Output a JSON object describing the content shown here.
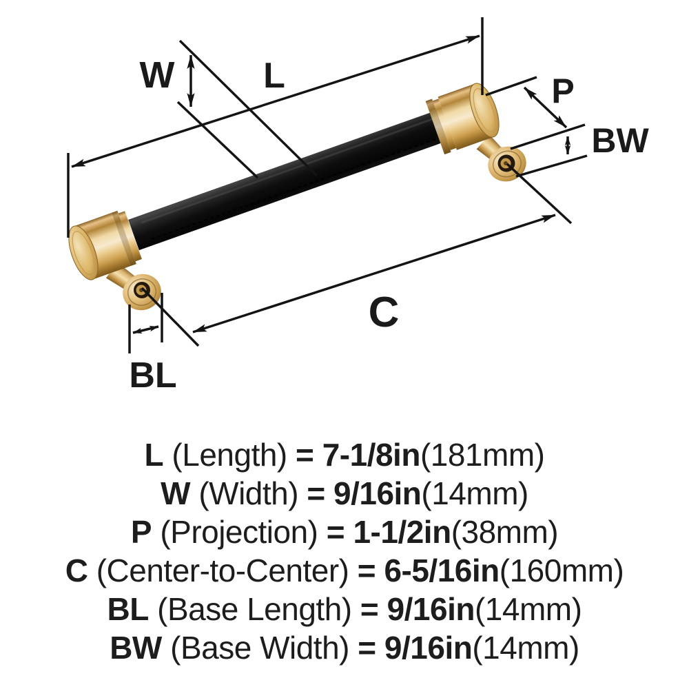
{
  "figure": {
    "description": "Dimension diagram of a black leather-wrapped bar cabinet pull with champagne brass end caps and mounting posts",
    "background": "#ffffff",
    "line_color": "#161616",
    "brass_light": "#f8ead0",
    "brass_mid": "#cf9f4e",
    "brass_dark": "#7a5a22",
    "leather_color": "#161616",
    "labels": {
      "length": "L",
      "width": "W",
      "projection": "P",
      "center_to_center": "C",
      "base_length": "BL",
      "base_width": "BW"
    }
  },
  "legend": {
    "eq": "=",
    "rows": [
      {
        "code": "L",
        "name": "(Length)",
        "value": "7-1/8in",
        "metric": "(181mm)"
      },
      {
        "code": "W",
        "name": "(Width)",
        "value": "9/16in",
        "metric": "(14mm)"
      },
      {
        "code": "P",
        "name": "(Projection)",
        "value": "1-1/2in",
        "metric": "(38mm)"
      },
      {
        "code": "C",
        "name": "(Center-to-Center)",
        "value": "6-5/16in",
        "metric": "(160mm)"
      },
      {
        "code": "BL",
        "name": "(Base Length)",
        "value": "9/16in",
        "metric": "(14mm)"
      },
      {
        "code": "BW",
        "name": "(Base Width)",
        "value": "9/16in",
        "metric": "(14mm)"
      }
    ]
  }
}
